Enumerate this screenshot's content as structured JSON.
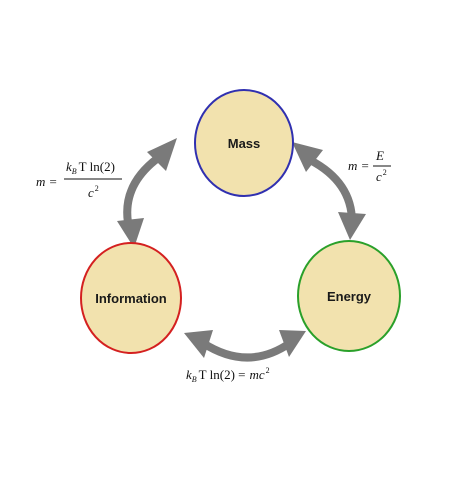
{
  "colors": {
    "node_fill": "#f2e2ae",
    "mass_border": "#3030b0",
    "information_border": "#d42020",
    "energy_border": "#2aa02a",
    "arrow": "#7a7a7a"
  },
  "nodes": {
    "mass": {
      "label": "Mass"
    },
    "information": {
      "label": "Information"
    },
    "energy": {
      "label": "Energy"
    }
  },
  "equations": {
    "mass_information": {
      "lhs": "m =",
      "numerator_k": "k",
      "numerator_sub": "B",
      "numerator_rest": "T ln(2)",
      "denominator": "c",
      "denominator_sup": "2"
    },
    "mass_energy": {
      "lhs": "m =",
      "numerator": "E",
      "denominator": "c",
      "denominator_sup": "2"
    },
    "information_energy": {
      "k": "k",
      "k_sub": "B",
      "rest": "T ln(2) =",
      "rhs": "mc",
      "rhs_sup": "2"
    }
  },
  "arrows": [
    {
      "from": "mass",
      "to": "information",
      "bidirectional": true
    },
    {
      "from": "mass",
      "to": "energy",
      "bidirectional": true
    },
    {
      "from": "information",
      "to": "energy",
      "bidirectional": true
    }
  ]
}
